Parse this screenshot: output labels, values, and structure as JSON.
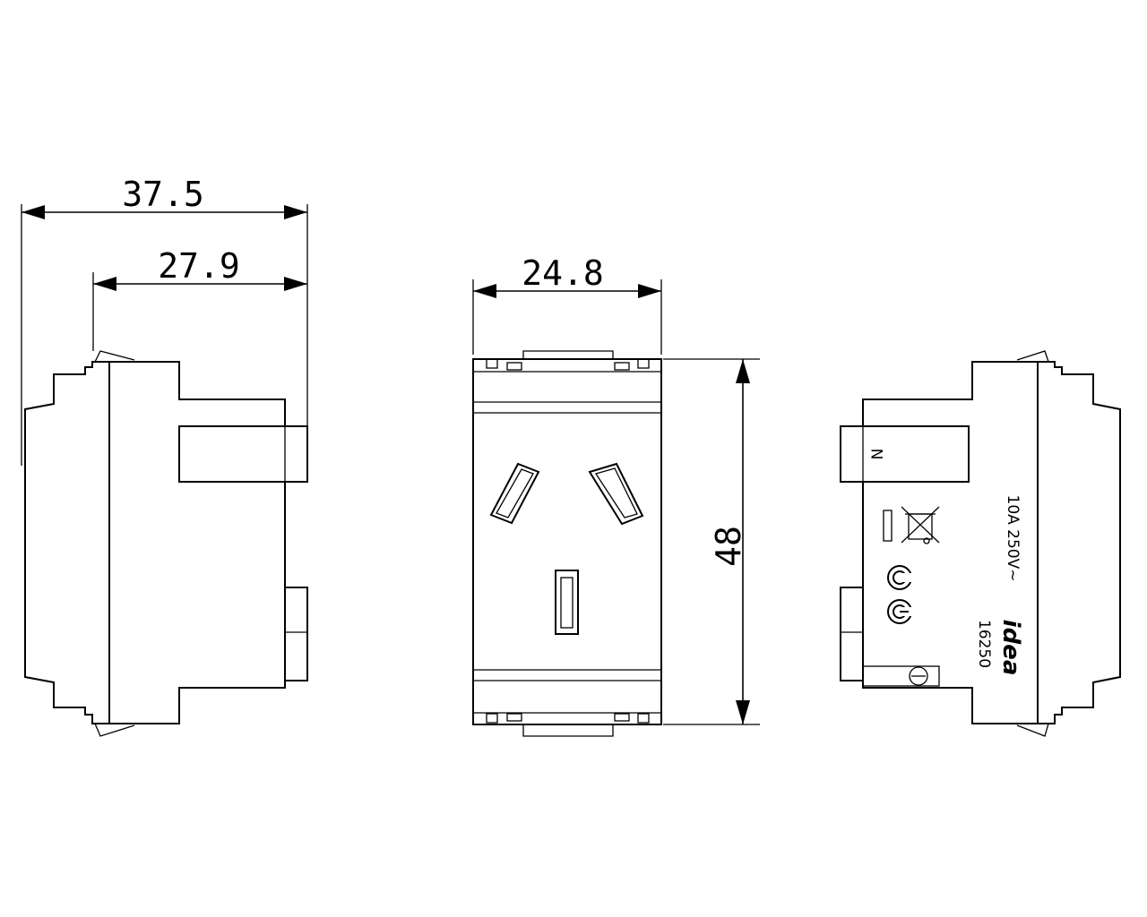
{
  "dimensions": {
    "overall_depth": "37.5",
    "body_depth": "27.9",
    "width": "24.8",
    "height": "48"
  },
  "markings": {
    "terminal": "N",
    "rating": "10A 250V~",
    "brand": "idea",
    "model": "16250"
  }
}
